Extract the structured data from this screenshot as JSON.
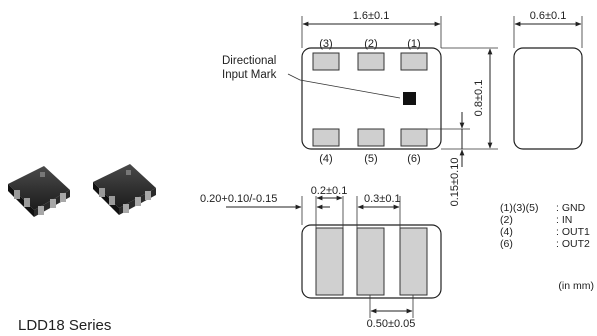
{
  "series_label": "LDD18 Series",
  "units_note": "(in mm)",
  "top_view": {
    "width_dim": "1.6±0.1",
    "height_dim": "0.8±0.1",
    "pad_offset_dim": "0.15±0.10",
    "mark_label_line1": "Directional",
    "mark_label_line2": "Input Mark",
    "pins_top": [
      "(3)",
      "(2)",
      "(1)"
    ],
    "pins_bottom": [
      "(4)",
      "(5)",
      "(6)"
    ]
  },
  "side_view": {
    "thickness_dim": "0.6±0.1"
  },
  "bottom_view": {
    "edge_dim": "0.20+0.10/-0.15",
    "pad_width_dim": "0.2±0.1",
    "gap_dim": "0.3±0.1",
    "pitch_dim": "0.50±0.05"
  },
  "pin_legend": [
    {
      "pin": "(1)(3)(5)",
      "function": ": GND"
    },
    {
      "pin": "(2)",
      "function": ": IN"
    },
    {
      "pin": "(4)",
      "function": ": OUT1"
    },
    {
      "pin": "(6)",
      "function": ": OUT2"
    }
  ]
}
